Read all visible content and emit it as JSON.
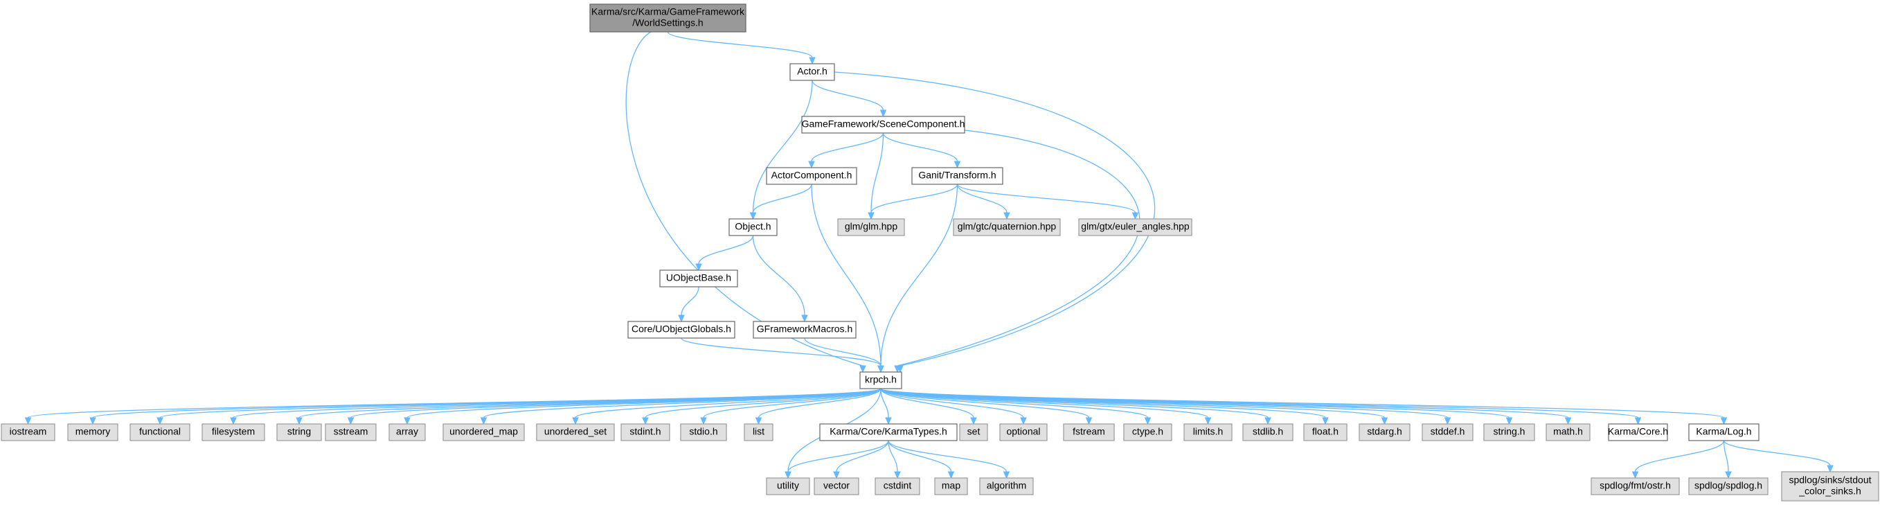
{
  "colors": {
    "root_fill": "#999999",
    "root_stroke": "#666666",
    "doc_fill": "#ffffff",
    "doc_stroke": "#666666",
    "ext_fill": "#e0e0e0",
    "ext_stroke": "#999999",
    "edge": "#63b8ff"
  },
  "nodes": [
    {
      "id": "root",
      "lines": [
        "Karma/src/Karma/GameFramework",
        "/WorldSettings.h"
      ],
      "kind": "root"
    },
    {
      "id": "actor",
      "lines": [
        "Actor.h"
      ],
      "kind": "doc"
    },
    {
      "id": "scenecomp",
      "lines": [
        "GameFramework/SceneComponent.h"
      ],
      "kind": "doc"
    },
    {
      "id": "actorcomp",
      "lines": [
        "ActorComponent.h"
      ],
      "kind": "doc"
    },
    {
      "id": "transform",
      "lines": [
        "Ganit/Transform.h"
      ],
      "kind": "doc"
    },
    {
      "id": "object",
      "lines": [
        "Object.h"
      ],
      "kind": "doc"
    },
    {
      "id": "glm",
      "lines": [
        "glm/glm.hpp"
      ],
      "kind": "ext"
    },
    {
      "id": "quat",
      "lines": [
        "glm/gtc/quaternion.hpp"
      ],
      "kind": "ext"
    },
    {
      "id": "euler",
      "lines": [
        "glm/gtx/euler_angles.hpp"
      ],
      "kind": "ext"
    },
    {
      "id": "uobjbase",
      "lines": [
        "UObjectBase.h"
      ],
      "kind": "doc"
    },
    {
      "id": "uobjglob",
      "lines": [
        "Core/UObjectGlobals.h"
      ],
      "kind": "doc"
    },
    {
      "id": "gfmacros",
      "lines": [
        "GFrameworkMacros.h"
      ],
      "kind": "doc"
    },
    {
      "id": "krpch",
      "lines": [
        "krpch.h"
      ],
      "kind": "doc"
    },
    {
      "id": "iostream",
      "lines": [
        "iostream"
      ],
      "kind": "ext"
    },
    {
      "id": "memory",
      "lines": [
        "memory"
      ],
      "kind": "ext"
    },
    {
      "id": "functional",
      "lines": [
        "functional"
      ],
      "kind": "ext"
    },
    {
      "id": "filesystem",
      "lines": [
        "filesystem"
      ],
      "kind": "ext"
    },
    {
      "id": "string",
      "lines": [
        "string"
      ],
      "kind": "ext"
    },
    {
      "id": "sstream",
      "lines": [
        "sstream"
      ],
      "kind": "ext"
    },
    {
      "id": "array",
      "lines": [
        "array"
      ],
      "kind": "ext"
    },
    {
      "id": "umap",
      "lines": [
        "unordered_map"
      ],
      "kind": "ext"
    },
    {
      "id": "uset",
      "lines": [
        "unordered_set"
      ],
      "kind": "ext"
    },
    {
      "id": "stdint",
      "lines": [
        "stdint.h"
      ],
      "kind": "ext"
    },
    {
      "id": "stdio",
      "lines": [
        "stdio.h"
      ],
      "kind": "ext"
    },
    {
      "id": "list",
      "lines": [
        "list"
      ],
      "kind": "ext"
    },
    {
      "id": "karmatypes",
      "lines": [
        "Karma/Core/KarmaTypes.h"
      ],
      "kind": "doc"
    },
    {
      "id": "set",
      "lines": [
        "set"
      ],
      "kind": "ext"
    },
    {
      "id": "optional",
      "lines": [
        "optional"
      ],
      "kind": "ext"
    },
    {
      "id": "fstream",
      "lines": [
        "fstream"
      ],
      "kind": "ext"
    },
    {
      "id": "ctype",
      "lines": [
        "ctype.h"
      ],
      "kind": "ext"
    },
    {
      "id": "limits",
      "lines": [
        "limits.h"
      ],
      "kind": "ext"
    },
    {
      "id": "stdlib",
      "lines": [
        "stdlib.h"
      ],
      "kind": "ext"
    },
    {
      "id": "floath",
      "lines": [
        "float.h"
      ],
      "kind": "ext"
    },
    {
      "id": "stdarg",
      "lines": [
        "stdarg.h"
      ],
      "kind": "ext"
    },
    {
      "id": "stddef",
      "lines": [
        "stddef.h"
      ],
      "kind": "ext"
    },
    {
      "id": "stringh",
      "lines": [
        "string.h"
      ],
      "kind": "ext"
    },
    {
      "id": "mathh",
      "lines": [
        "math.h"
      ],
      "kind": "ext"
    },
    {
      "id": "core",
      "lines": [
        "Karma/Core.h"
      ],
      "kind": "doc"
    },
    {
      "id": "log",
      "lines": [
        "Karma/Log.h"
      ],
      "kind": "doc"
    },
    {
      "id": "utility",
      "lines": [
        "utility"
      ],
      "kind": "ext"
    },
    {
      "id": "vector",
      "lines": [
        "vector"
      ],
      "kind": "ext"
    },
    {
      "id": "cstdint",
      "lines": [
        "cstdint"
      ],
      "kind": "ext"
    },
    {
      "id": "map",
      "lines": [
        "map"
      ],
      "kind": "ext"
    },
    {
      "id": "algorithm",
      "lines": [
        "algorithm"
      ],
      "kind": "ext"
    },
    {
      "id": "fmtostr",
      "lines": [
        "spdlog/fmt/ostr.h"
      ],
      "kind": "ext"
    },
    {
      "id": "spdlog",
      "lines": [
        "spdlog/spdlog.h"
      ],
      "kind": "ext"
    },
    {
      "id": "stdoutsinks",
      "lines": [
        "spdlog/sinks/stdout",
        "_color_sinks.h"
      ],
      "kind": "ext"
    }
  ],
  "edges": [
    [
      "root",
      "actor"
    ],
    [
      "root",
      "krpch"
    ],
    [
      "actor",
      "scenecomp"
    ],
    [
      "actor",
      "object"
    ],
    [
      "actor",
      "krpch"
    ],
    [
      "scenecomp",
      "actorcomp"
    ],
    [
      "scenecomp",
      "glm"
    ],
    [
      "scenecomp",
      "transform"
    ],
    [
      "scenecomp",
      "krpch"
    ],
    [
      "actorcomp",
      "object"
    ],
    [
      "actorcomp",
      "krpch"
    ],
    [
      "transform",
      "glm"
    ],
    [
      "transform",
      "quat"
    ],
    [
      "transform",
      "euler"
    ],
    [
      "transform",
      "krpch"
    ],
    [
      "object",
      "uobjbase"
    ],
    [
      "object",
      "gfmacros"
    ],
    [
      "uobjbase",
      "uobjglob"
    ],
    [
      "uobjglob",
      "krpch"
    ],
    [
      "gfmacros",
      "krpch"
    ],
    [
      "krpch",
      "iostream"
    ],
    [
      "krpch",
      "memory"
    ],
    [
      "krpch",
      "functional"
    ],
    [
      "krpch",
      "filesystem"
    ],
    [
      "krpch",
      "string"
    ],
    [
      "krpch",
      "sstream"
    ],
    [
      "krpch",
      "array"
    ],
    [
      "krpch",
      "umap"
    ],
    [
      "krpch",
      "uset"
    ],
    [
      "krpch",
      "stdint"
    ],
    [
      "krpch",
      "stdio"
    ],
    [
      "krpch",
      "list"
    ],
    [
      "krpch",
      "utility"
    ],
    [
      "krpch",
      "karmatypes"
    ],
    [
      "krpch",
      "set"
    ],
    [
      "krpch",
      "optional"
    ],
    [
      "krpch",
      "fstream"
    ],
    [
      "krpch",
      "ctype"
    ],
    [
      "krpch",
      "limits"
    ],
    [
      "krpch",
      "stdlib"
    ],
    [
      "krpch",
      "floath"
    ],
    [
      "krpch",
      "stdarg"
    ],
    [
      "krpch",
      "stddef"
    ],
    [
      "krpch",
      "stringh"
    ],
    [
      "krpch",
      "mathh"
    ],
    [
      "krpch",
      "core"
    ],
    [
      "krpch",
      "log"
    ],
    [
      "karmatypes",
      "utility"
    ],
    [
      "karmatypes",
      "vector"
    ],
    [
      "karmatypes",
      "cstdint"
    ],
    [
      "karmatypes",
      "map"
    ],
    [
      "karmatypes",
      "algorithm"
    ],
    [
      "log",
      "fmtostr"
    ],
    [
      "log",
      "spdlog"
    ],
    [
      "log",
      "stdoutsinks"
    ]
  ]
}
